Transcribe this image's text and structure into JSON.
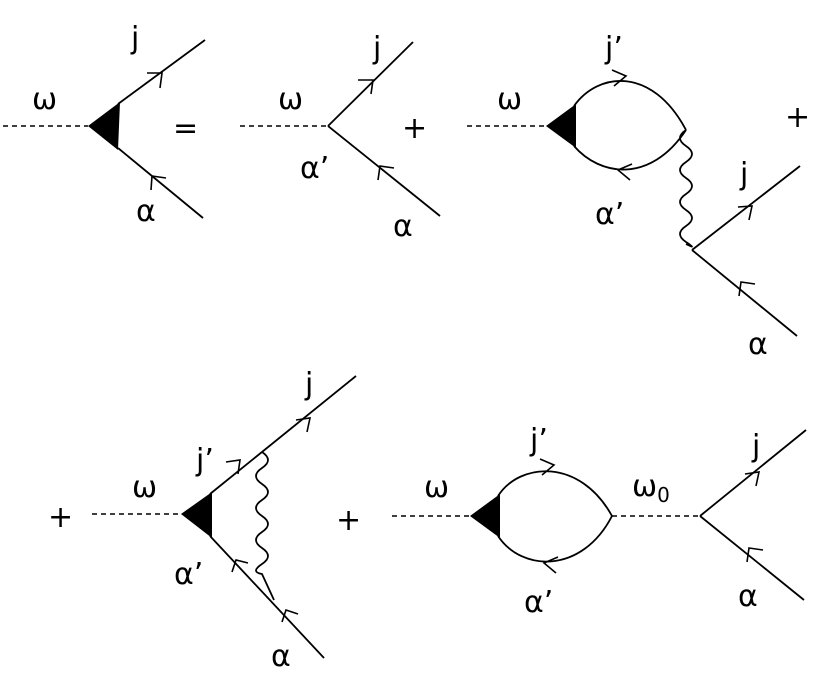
{
  "labels": {
    "omega": "ω",
    "j": "j",
    "j_prime": "j’",
    "alpha": "α",
    "alpha_prime": "α’",
    "omega0_base": "ω",
    "omega0_sub": "0"
  },
  "operators": {
    "equals": "=",
    "plus": "+"
  }
}
